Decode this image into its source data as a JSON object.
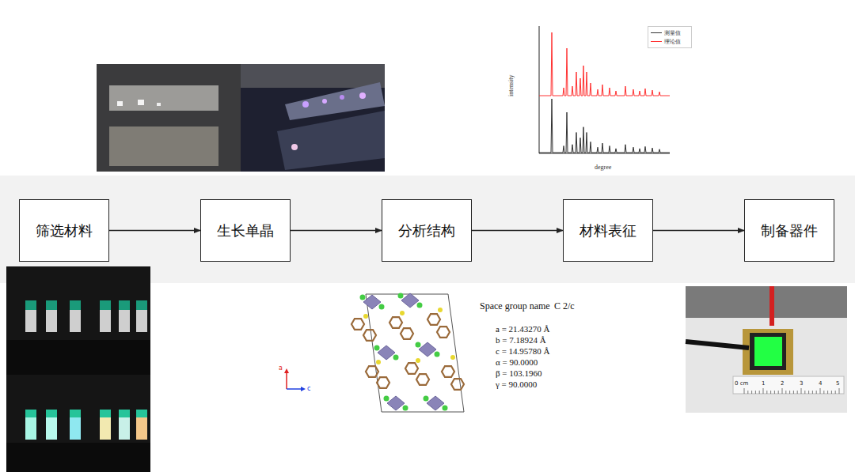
{
  "diagram": {
    "nodes": [
      {
        "text": [
          "筛选材料"
        ]
      },
      {
        "text": [
          "生长单晶"
        ]
      },
      {
        "text": [
          "分析结构"
        ]
      },
      {
        "text": [
          "材料表征"
        ]
      },
      {
        "text": [
          "制备器件"
        ]
      }
    ],
    "edges": [
      {
        "from": 0,
        "to": 1,
        "arrow": "to"
      },
      {
        "from": 1,
        "to": 2,
        "arrow": "to"
      },
      {
        "from": 2,
        "to": 3,
        "arrow": "to"
      },
      {
        "from": 3,
        "to": 4,
        "arrow": "to"
      }
    ],
    "labels": [
      "intensity",
      "degree",
      "Space group name",
      "C 2/c",
      "a = 21.43270 Å",
      "b = 7.18924 Å",
      "c = 14.95780 Å",
      "α = 90.0000",
      "β = 103.1960",
      "γ = 90.0000",
      "a",
      "c",
      "0 cm",
      "1",
      "2",
      "3",
      "4",
      "5"
    ],
    "legend": [
      {
        "text": "测量值"
      },
      {
        "text": "理论值"
      }
    ]
  }
}
